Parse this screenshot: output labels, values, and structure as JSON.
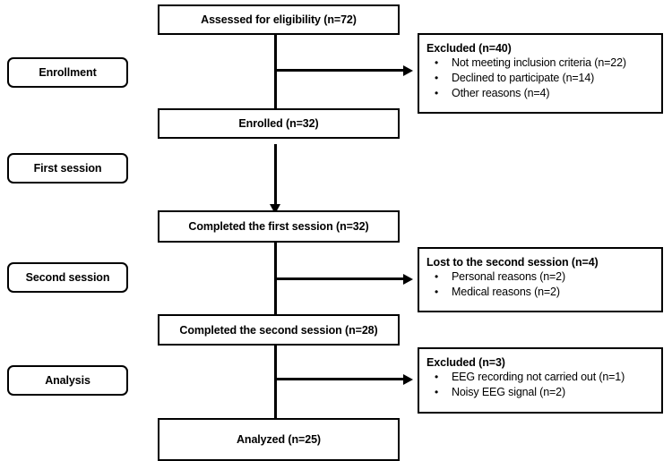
{
  "figure": {
    "kind": "participant-flow-diagram",
    "accent_color": "#000000",
    "background_color": "#ffffff"
  },
  "stages": [
    {
      "label": "Enrollment"
    },
    {
      "label": "First session"
    },
    {
      "label": "Second session"
    },
    {
      "label": "Analysis"
    }
  ],
  "flow_boxes": [
    {
      "label": "Assessed for eligibility (n=72)"
    },
    {
      "label": "Enrolled (n=32)"
    },
    {
      "label": "Completed the first session (n=32)"
    },
    {
      "label": "Completed the second session (n=28)"
    },
    {
      "label": "Analyzed (n=25)"
    }
  ],
  "side_boxes": [
    {
      "title": "Excluded (n=40)",
      "bullet": "•",
      "items": [
        "Not meeting inclusion criteria (n=22)",
        "Declined to participate (n=14)",
        "Other reasons (n=4)"
      ]
    },
    {
      "title": "Lost to the second session (n=4)",
      "bullet": "•",
      "items": [
        "Personal reasons (n=2)",
        "Medical reasons (n=2)"
      ]
    },
    {
      "title": "Excluded (n=3)",
      "bullet": "•",
      "items": [
        "EEG recording not carried out (n=1)",
        "Noisy EEG signal (n=2)"
      ]
    }
  ]
}
